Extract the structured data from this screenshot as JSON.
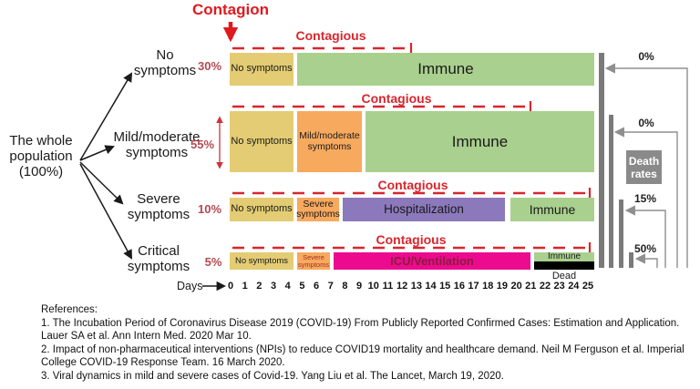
{
  "colors": {
    "segment_yellow": "#e3cc74",
    "segment_orange": "#f7a95e",
    "segment_green": "#a9d08e",
    "segment_purple": "#8b79bc",
    "segment_magenta": "#ec0a8e",
    "segment_black": "#000000",
    "contagion_red": "#e0191f",
    "dashed_red": "#d8262d",
    "percent_red": "#b34a52",
    "icu_text": "#8a1c3c",
    "severe_critical_text": "#a63226",
    "gray_bar": "#7a7a7a",
    "bracket_gray": "#8f8f8f",
    "death_box_gray": "#8a8a8a"
  },
  "population": {
    "label": "The whole\npopulation\n(100%)"
  },
  "contagion": {
    "label": "Contagion"
  },
  "rows": [
    {
      "category": "No\nsymptoms",
      "percent": "30%",
      "contagious": "Contagious",
      "segments": {
        "no_symptoms": "No symptoms",
        "immune": "Immune"
      }
    },
    {
      "category": "Mild/moderate\nsymptoms",
      "percent": "55%",
      "contagious": "Contagious",
      "segments": {
        "no_symptoms": "No symptoms",
        "mild_moderate": "Mild/moderate\nsymptoms",
        "immune": "Immune"
      }
    },
    {
      "category": "Severe\nsymptoms",
      "percent": "10%",
      "contagious": "Contagious",
      "segments": {
        "no_symptoms": "No symptoms",
        "severe": "Severe\nsymptoms",
        "hospitalization": "Hospitalization",
        "immune": "Immune"
      }
    },
    {
      "category": "Critical\nsymptoms",
      "percent": "5%",
      "contagious": "Contagious",
      "segments": {
        "no_symptoms": "No symptoms",
        "severe": "Severe\nsymptoms",
        "icu": "ICU/Ventilation",
        "immune": "Immune",
        "dead": "Dead"
      }
    }
  ],
  "days": {
    "label": "Days",
    "ticks": [
      "0",
      "1",
      "2",
      "3",
      "4",
      "5",
      "6",
      "7",
      "8",
      "9",
      "10",
      "11",
      "12",
      "13",
      "14",
      "15",
      "16",
      "17",
      "18",
      "19",
      "20",
      "21",
      "22",
      "23",
      "24",
      "25"
    ]
  },
  "death_rates": {
    "box_label": "Death\nrates",
    "values": [
      "0%",
      "0%",
      "15%",
      "50%"
    ]
  },
  "references": {
    "title": "References:",
    "items": [
      "1. The Incubation Period of Coronavirus Disease 2019 (COVID-19) From Publicly Reported Confirmed Cases: Estimation and Application. Lauer SA et al. Ann Intern Med. 2020 Mar 10.",
      "2. Impact of non-pharmaceutical interventions (NPIs) to reduce COVID19 mortality and healthcare demand. Neil M Ferguson et al. Imperial College COVID-19 Response Team. 16 March 2020.",
      "3. Viral dynamics in mild and severe cases of Covid-19. Yang Liu et al. The Lancet, March 19, 2020."
    ]
  }
}
